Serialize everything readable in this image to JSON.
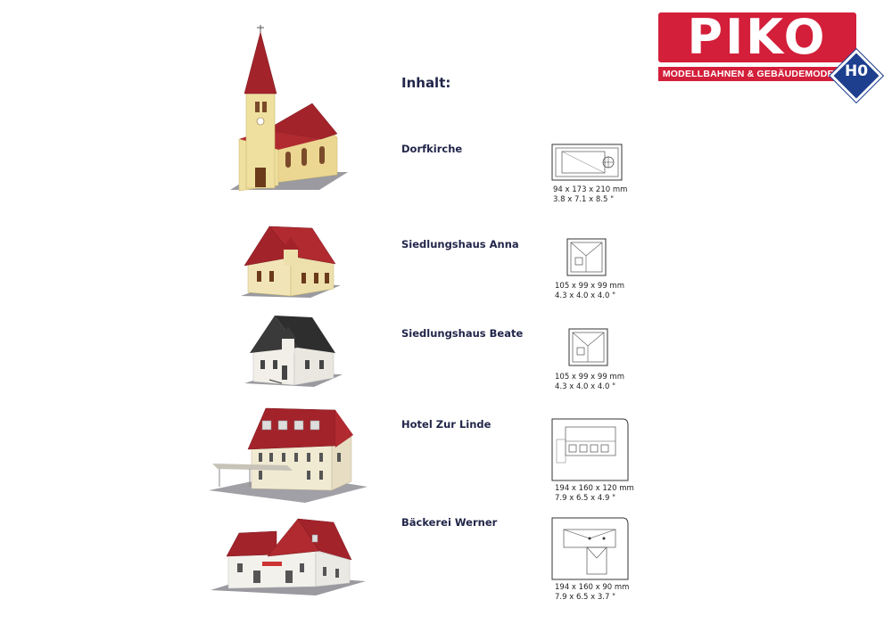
{
  "logo": {
    "word": "PIKO",
    "tagline": "MODELLBAHNEN & GEBÄUDEMODELLE",
    "badge": "H0"
  },
  "heading": "Inhalt:",
  "items": [
    {
      "name": "Dorfkirche",
      "dim_mm": "94 x 173 x 210 mm",
      "dim_in": "3.8 x 7.1 x 8.5 \""
    },
    {
      "name": "Siedlungshaus Anna",
      "dim_mm": "105 x 99 x 99 mm",
      "dim_in": "4.3 x 4.0 x 4.0 \""
    },
    {
      "name": "Siedlungshaus Beate",
      "dim_mm": "105 x 99 x 99 mm",
      "dim_in": "4.3 x 4.0 x 4.0 \""
    },
    {
      "name": "Hotel Zur Linde",
      "dim_mm": "194 x 160 x 120 mm",
      "dim_in": "7.9 x 6.5 x 4.9 \""
    },
    {
      "name": "Bäckerei Werner",
      "dim_mm": "194 x 160 x 90 mm",
      "dim_in": "7.9 x 6.5 x 3.7 \""
    }
  ],
  "colors": {
    "brand_red": "#d31f3a",
    "brand_blue": "#1d3f8e",
    "roof_red": "#a3232a",
    "roof_dark": "#3a3a3a",
    "wall_yellow": "#efe0a0",
    "wall_cream": "#f1ead3",
    "wall_white": "#f3f1ec"
  }
}
